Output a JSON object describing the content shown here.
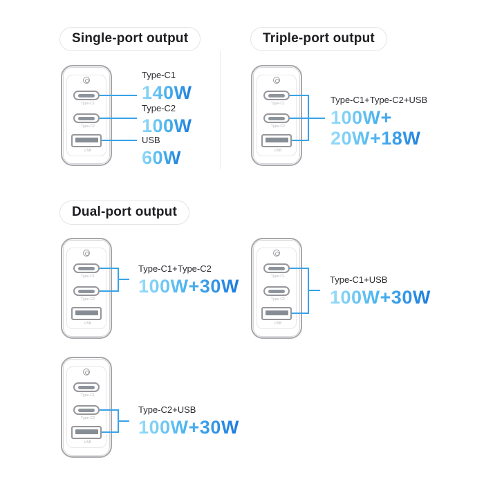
{
  "colors": {
    "accent_callout_line": "#38a3e8",
    "value_gradient_start": "#9adef9",
    "value_gradient_end": "#1b79dd",
    "label_text": "#2b2b30",
    "badge_text": "#1d1d21",
    "badge_border": "#e4e4e8",
    "device_outline": "#a7a7ab"
  },
  "icons": {
    "brand_logo": "concentric-ring-logo"
  },
  "device": {
    "port_labels": [
      "Type-C1",
      "Type-C2",
      "USB"
    ]
  },
  "sections": {
    "single": {
      "title": "Single-port output",
      "entries": [
        {
          "label": "Type-C1",
          "value": "140W"
        },
        {
          "label": "Type-C2",
          "value": "100W"
        },
        {
          "label": "USB",
          "value": "60W"
        }
      ]
    },
    "triple": {
      "title": "Triple-port output",
      "entry": {
        "label": "Type-C1+Type-C2+USB",
        "value_line1": "100W+",
        "value_line2": "20W+18W"
      }
    },
    "dual": {
      "title": "Dual-port output",
      "entries": [
        {
          "label": "Type-C1+Type-C2",
          "value": "100W+30W"
        },
        {
          "label": "Type-C1+USB",
          "value": "100W+30W"
        },
        {
          "label": "Type-C2+USB",
          "value": "100W+30W"
        }
      ]
    }
  }
}
